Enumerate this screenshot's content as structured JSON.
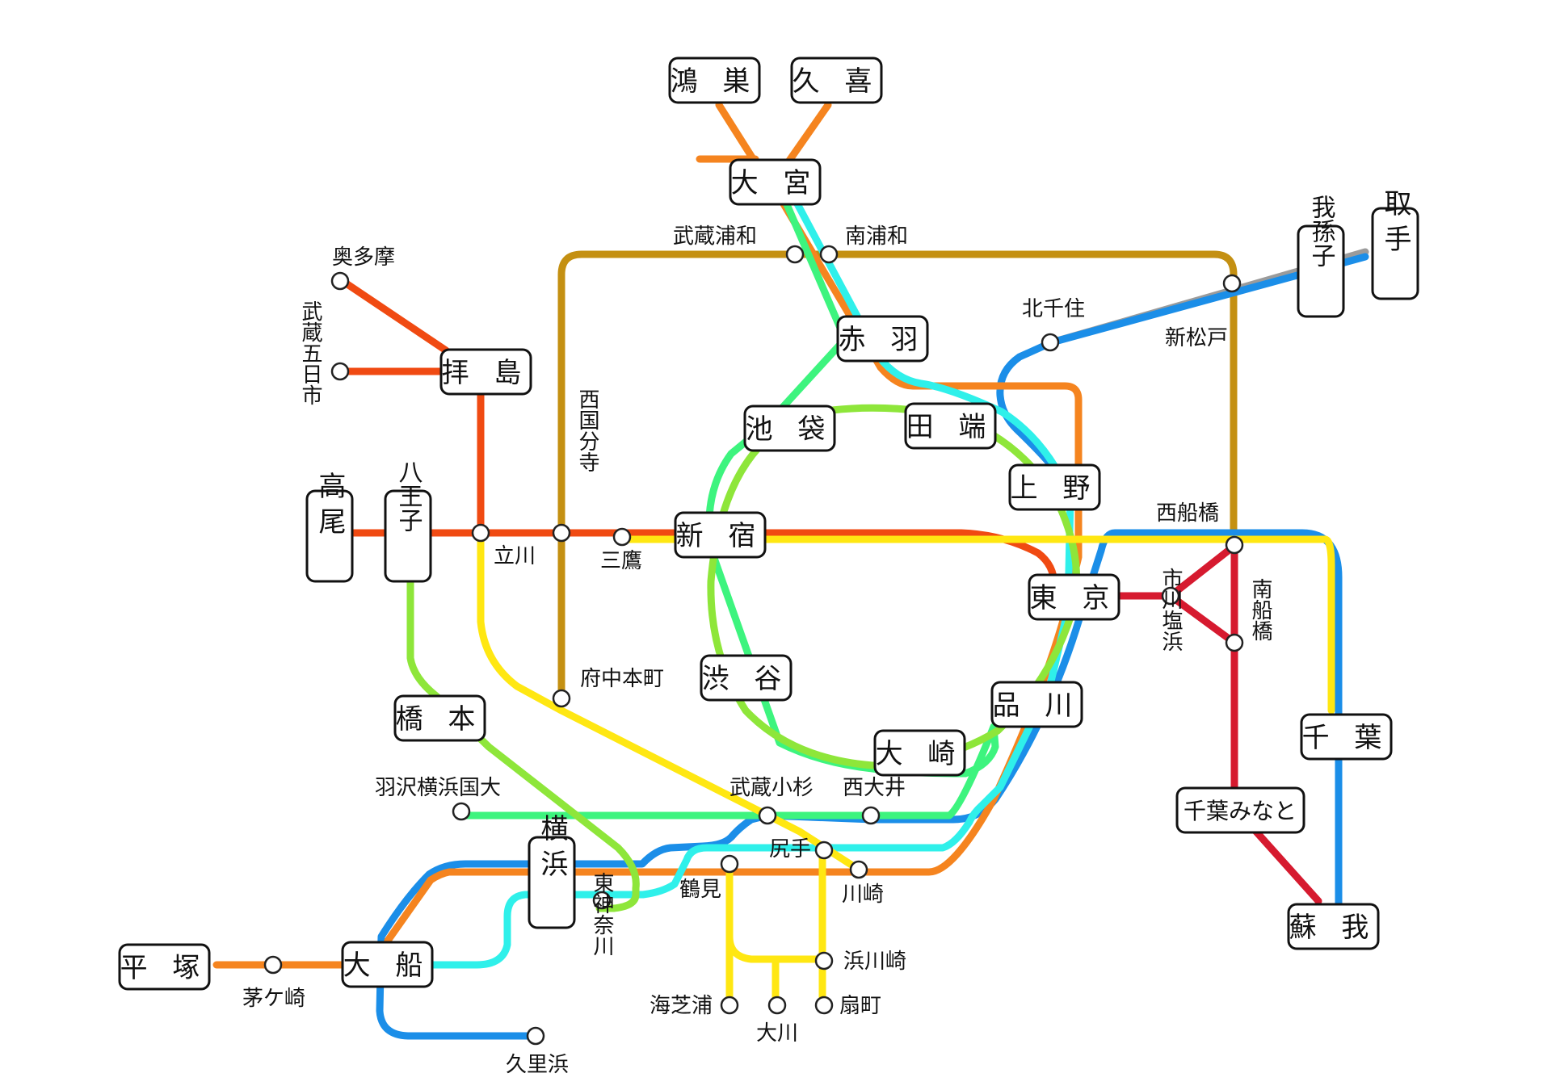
{
  "colors": {
    "orange": "#f5841f",
    "red_orange": "#f04a12",
    "yellow": "#ffe712",
    "cyan": "#2ff0ea",
    "green_mint": "#3df47e",
    "lime": "#8ee63a",
    "blue": "#1b8ee8",
    "crimson": "#d61a2f",
    "gold": "#c49012",
    "gray": "#9b9b9b",
    "red": "#ee3a1a"
  },
  "major_stations": {
    "konosu": "鴻 巣",
    "kuki": "久 喜",
    "omiya": "大 宮",
    "akabane": "赤 羽",
    "ikebukuro": "池 袋",
    "tabata": "田 端",
    "ueno": "上 野",
    "shinjuku": "新 宿",
    "tokyo": "東 京",
    "shibuya": "渋 谷",
    "shinagawa": "品 川",
    "osaki": "大 崎",
    "haijima": "拝 島",
    "takao": "高尾",
    "hachioji": "八王子",
    "hashimoto": "橋 本",
    "yokohama": "横浜",
    "ofuna": "大 船",
    "hiratsuka": "平 塚",
    "abiko": "我孫子",
    "toride": "取手",
    "chiba": "千 葉",
    "chibaminato": "千葉みなと",
    "soga": "蘇 我"
  },
  "minor_stations": {
    "musashi_urawa": "武蔵浦和",
    "minami_urawa": "南浦和",
    "okutama": "奥多摩",
    "musashi_itsukaichi": "武蔵五日市",
    "kita_senju": "北千住",
    "shin_matsudo": "新松戸",
    "nishi_kokubunji": "西国分寺",
    "tachikawa": "立川",
    "mitaka": "三鷹",
    "nishi_funabashi": "西船橋",
    "ichikawa_shiohama": "市川塩浜",
    "minami_funabashi": "南船橋",
    "fuchu_hommachi": "府中本町",
    "hazawa": "羽沢横浜国大",
    "musashi_kosugi": "武蔵小杉",
    "nishi_oi": "西大井",
    "shitte": "尻手",
    "tsurumi": "鶴見",
    "kawasaki": "川崎",
    "higashi_kanagawa": "東神奈川",
    "chigasaki": "茅ケ崎",
    "kurihama": "久里浜",
    "hama_kawasaki": "浜川崎",
    "umi_shibaura": "海芝浦",
    "okawa": "大川",
    "ogimachi": "扇町"
  }
}
